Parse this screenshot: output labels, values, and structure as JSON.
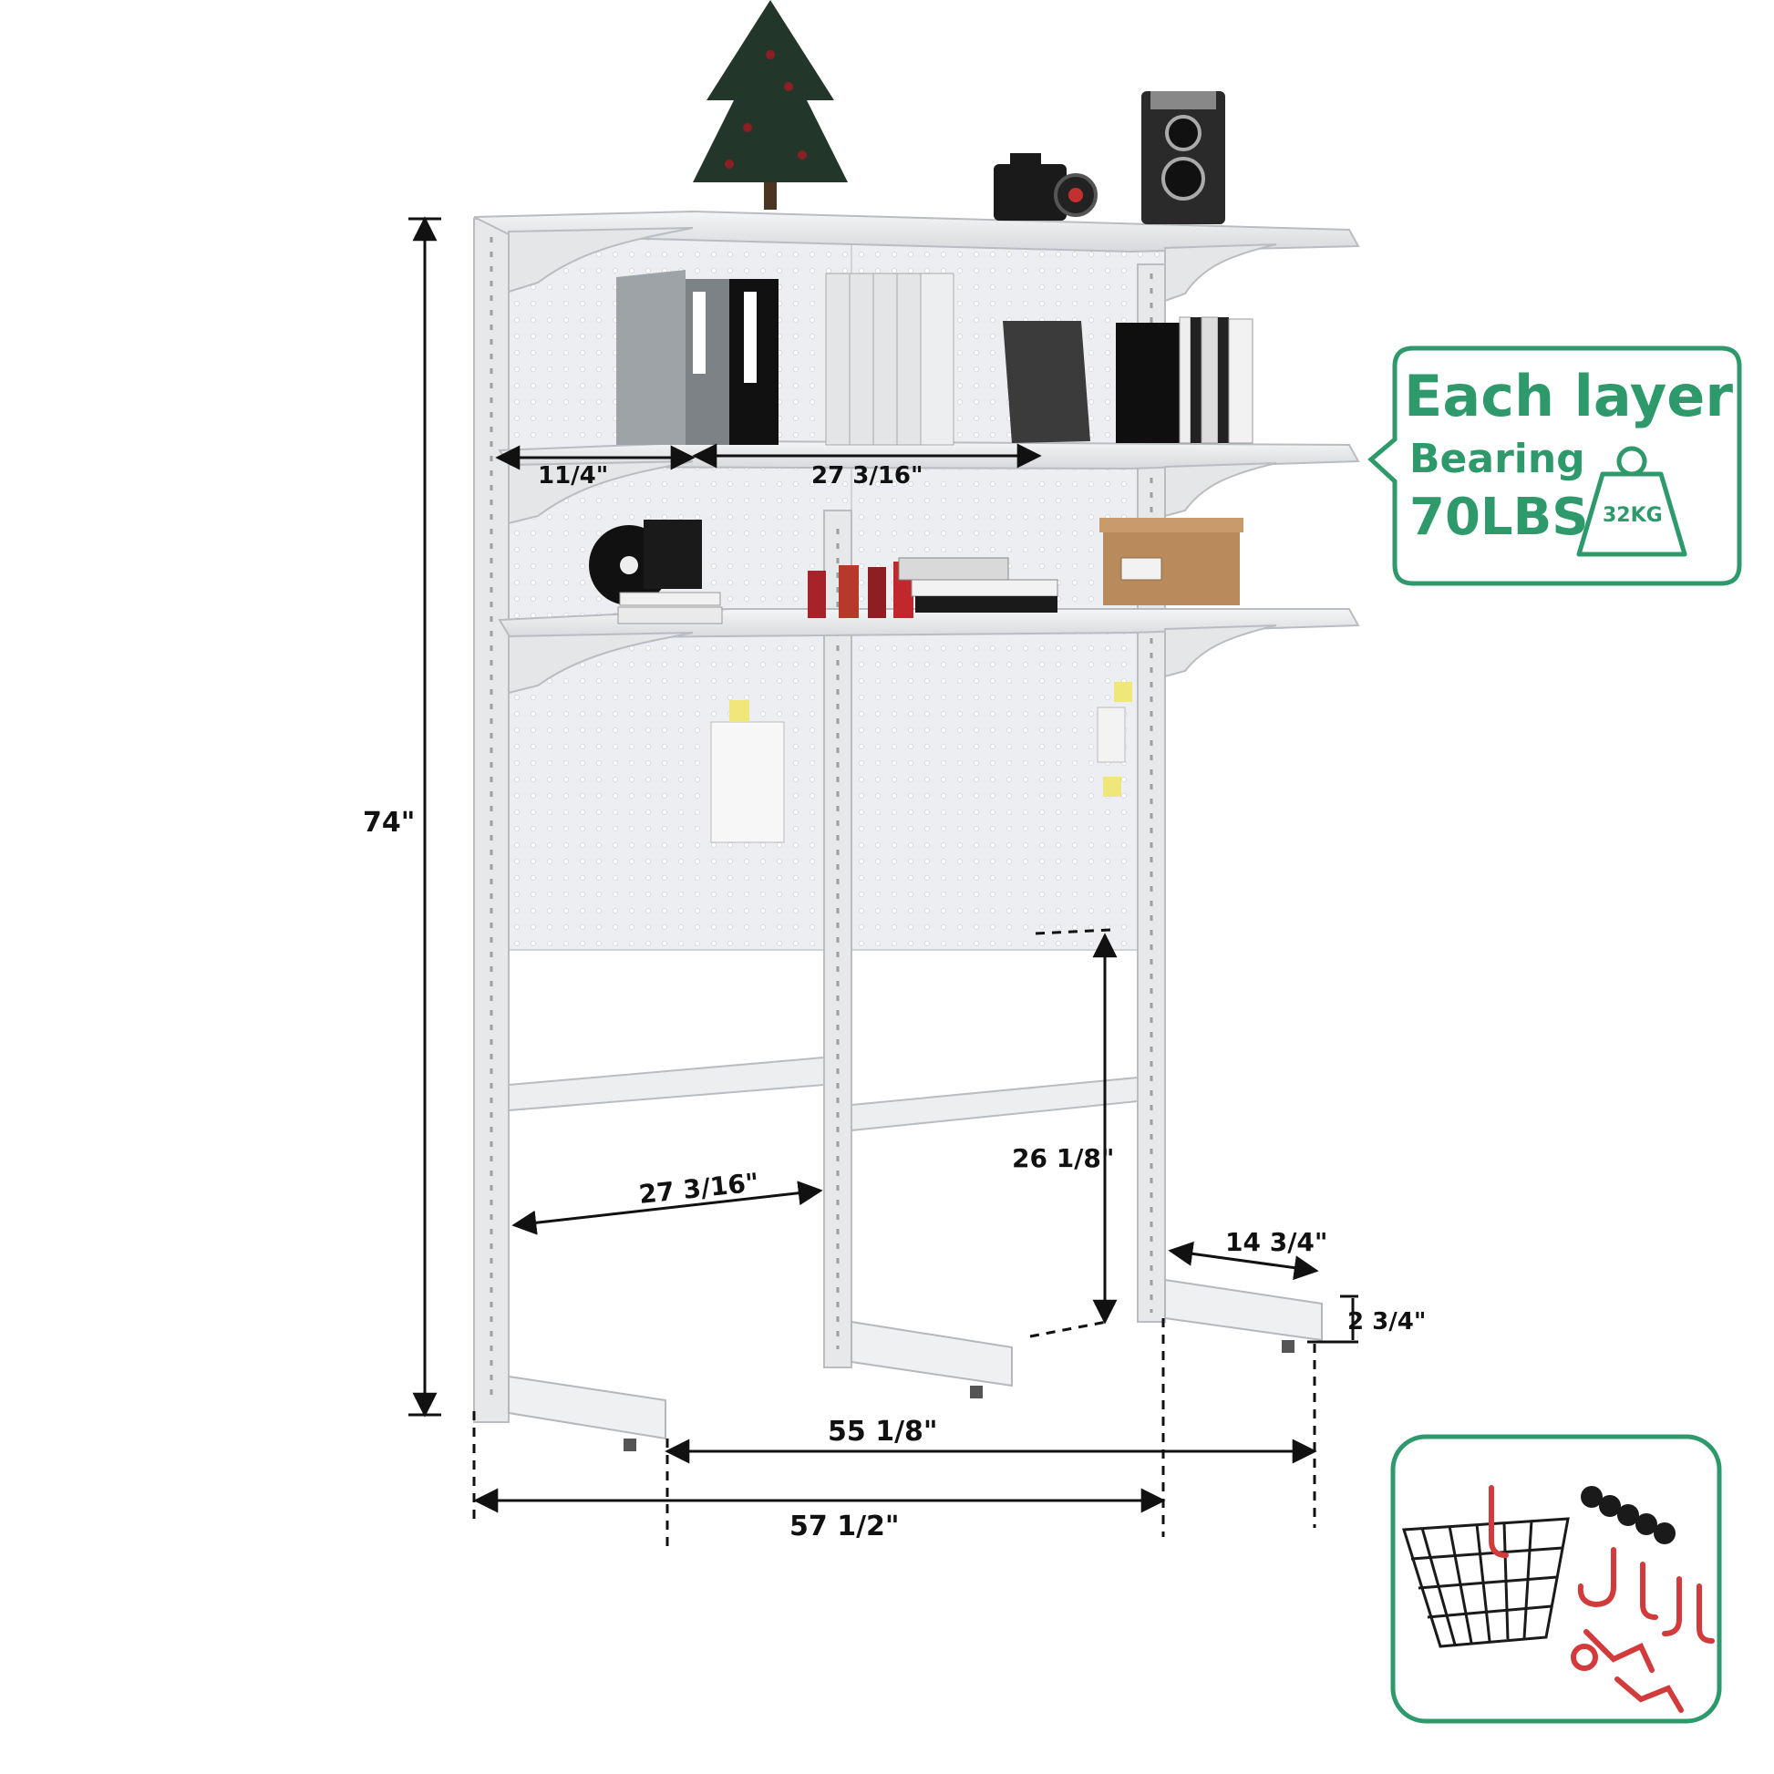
{
  "dimensions": {
    "height_total": "74\"",
    "bracket_offset": "11/4\"",
    "shelf_span_top": "27 3/16\"",
    "frame_span_bottom": "27 3/16\"",
    "leg_height": "26 1/8\"",
    "foot_depth": "14 3/4\"",
    "foot_height": "2 3/4\"",
    "width_inner": "55 1/8\"",
    "width_outer": "57 1/2\""
  },
  "badge": {
    "line1": "Each layer",
    "line2": "Bearing",
    "line3": "70LBS",
    "weight_kg": "32KG"
  },
  "colors": {
    "accent": "#2e9a6c",
    "frame": "#e9eaec",
    "pegboard": "#eef0f2",
    "hooks": "#d23b3b"
  },
  "accessories": {
    "items": [
      "wire basket",
      "hooks",
      "suction cups"
    ]
  }
}
